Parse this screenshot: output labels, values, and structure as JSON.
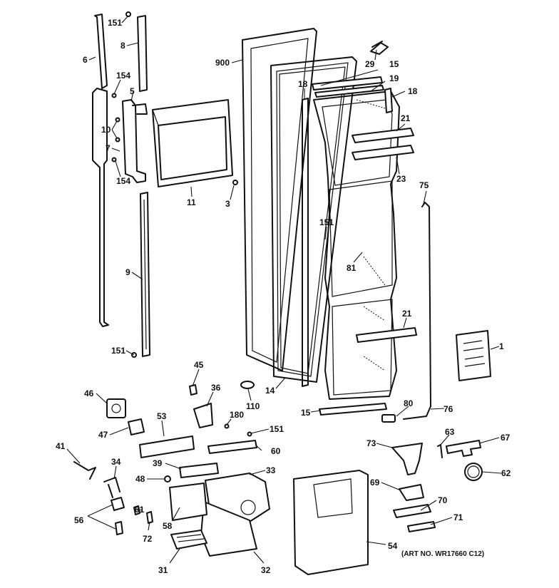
{
  "art_number": "(ART NO. WR17660 C12)",
  "labels": {
    "l151a": "151",
    "l8": "8",
    "l6": "6",
    "l900": "900",
    "l29": "29",
    "l15a": "15",
    "l19": "19",
    "l18a": "18",
    "l18b": "18",
    "l154a": "154",
    "l5": "5",
    "l10": "10",
    "l7": "7",
    "l154b": "154",
    "l21a": "21",
    "l23": "23",
    "l75": "75",
    "l11": "11",
    "l3": "3",
    "l151b": "151",
    "l81": "81",
    "l9": "9",
    "l21b": "21",
    "l1": "1",
    "l151c": "151",
    "l45": "45",
    "l14": "14",
    "l36": "36",
    "l110": "110",
    "l46": "46",
    "l80": "80",
    "l15b": "15",
    "l76": "76",
    "l180": "180",
    "l53": "53",
    "l47": "47",
    "l151d": "151",
    "l63": "63",
    "l67": "67",
    "l41": "41",
    "l73": "73",
    "l60": "60",
    "l34": "34",
    "l39": "39",
    "l62": "62",
    "l33": "33",
    "l48": "48",
    "l69": "69",
    "l70": "70",
    "l56": "56",
    "l61": "61",
    "l58": "58",
    "l71": "71",
    "l72": "72",
    "l54": "54",
    "l31": "31",
    "l32": "32"
  }
}
